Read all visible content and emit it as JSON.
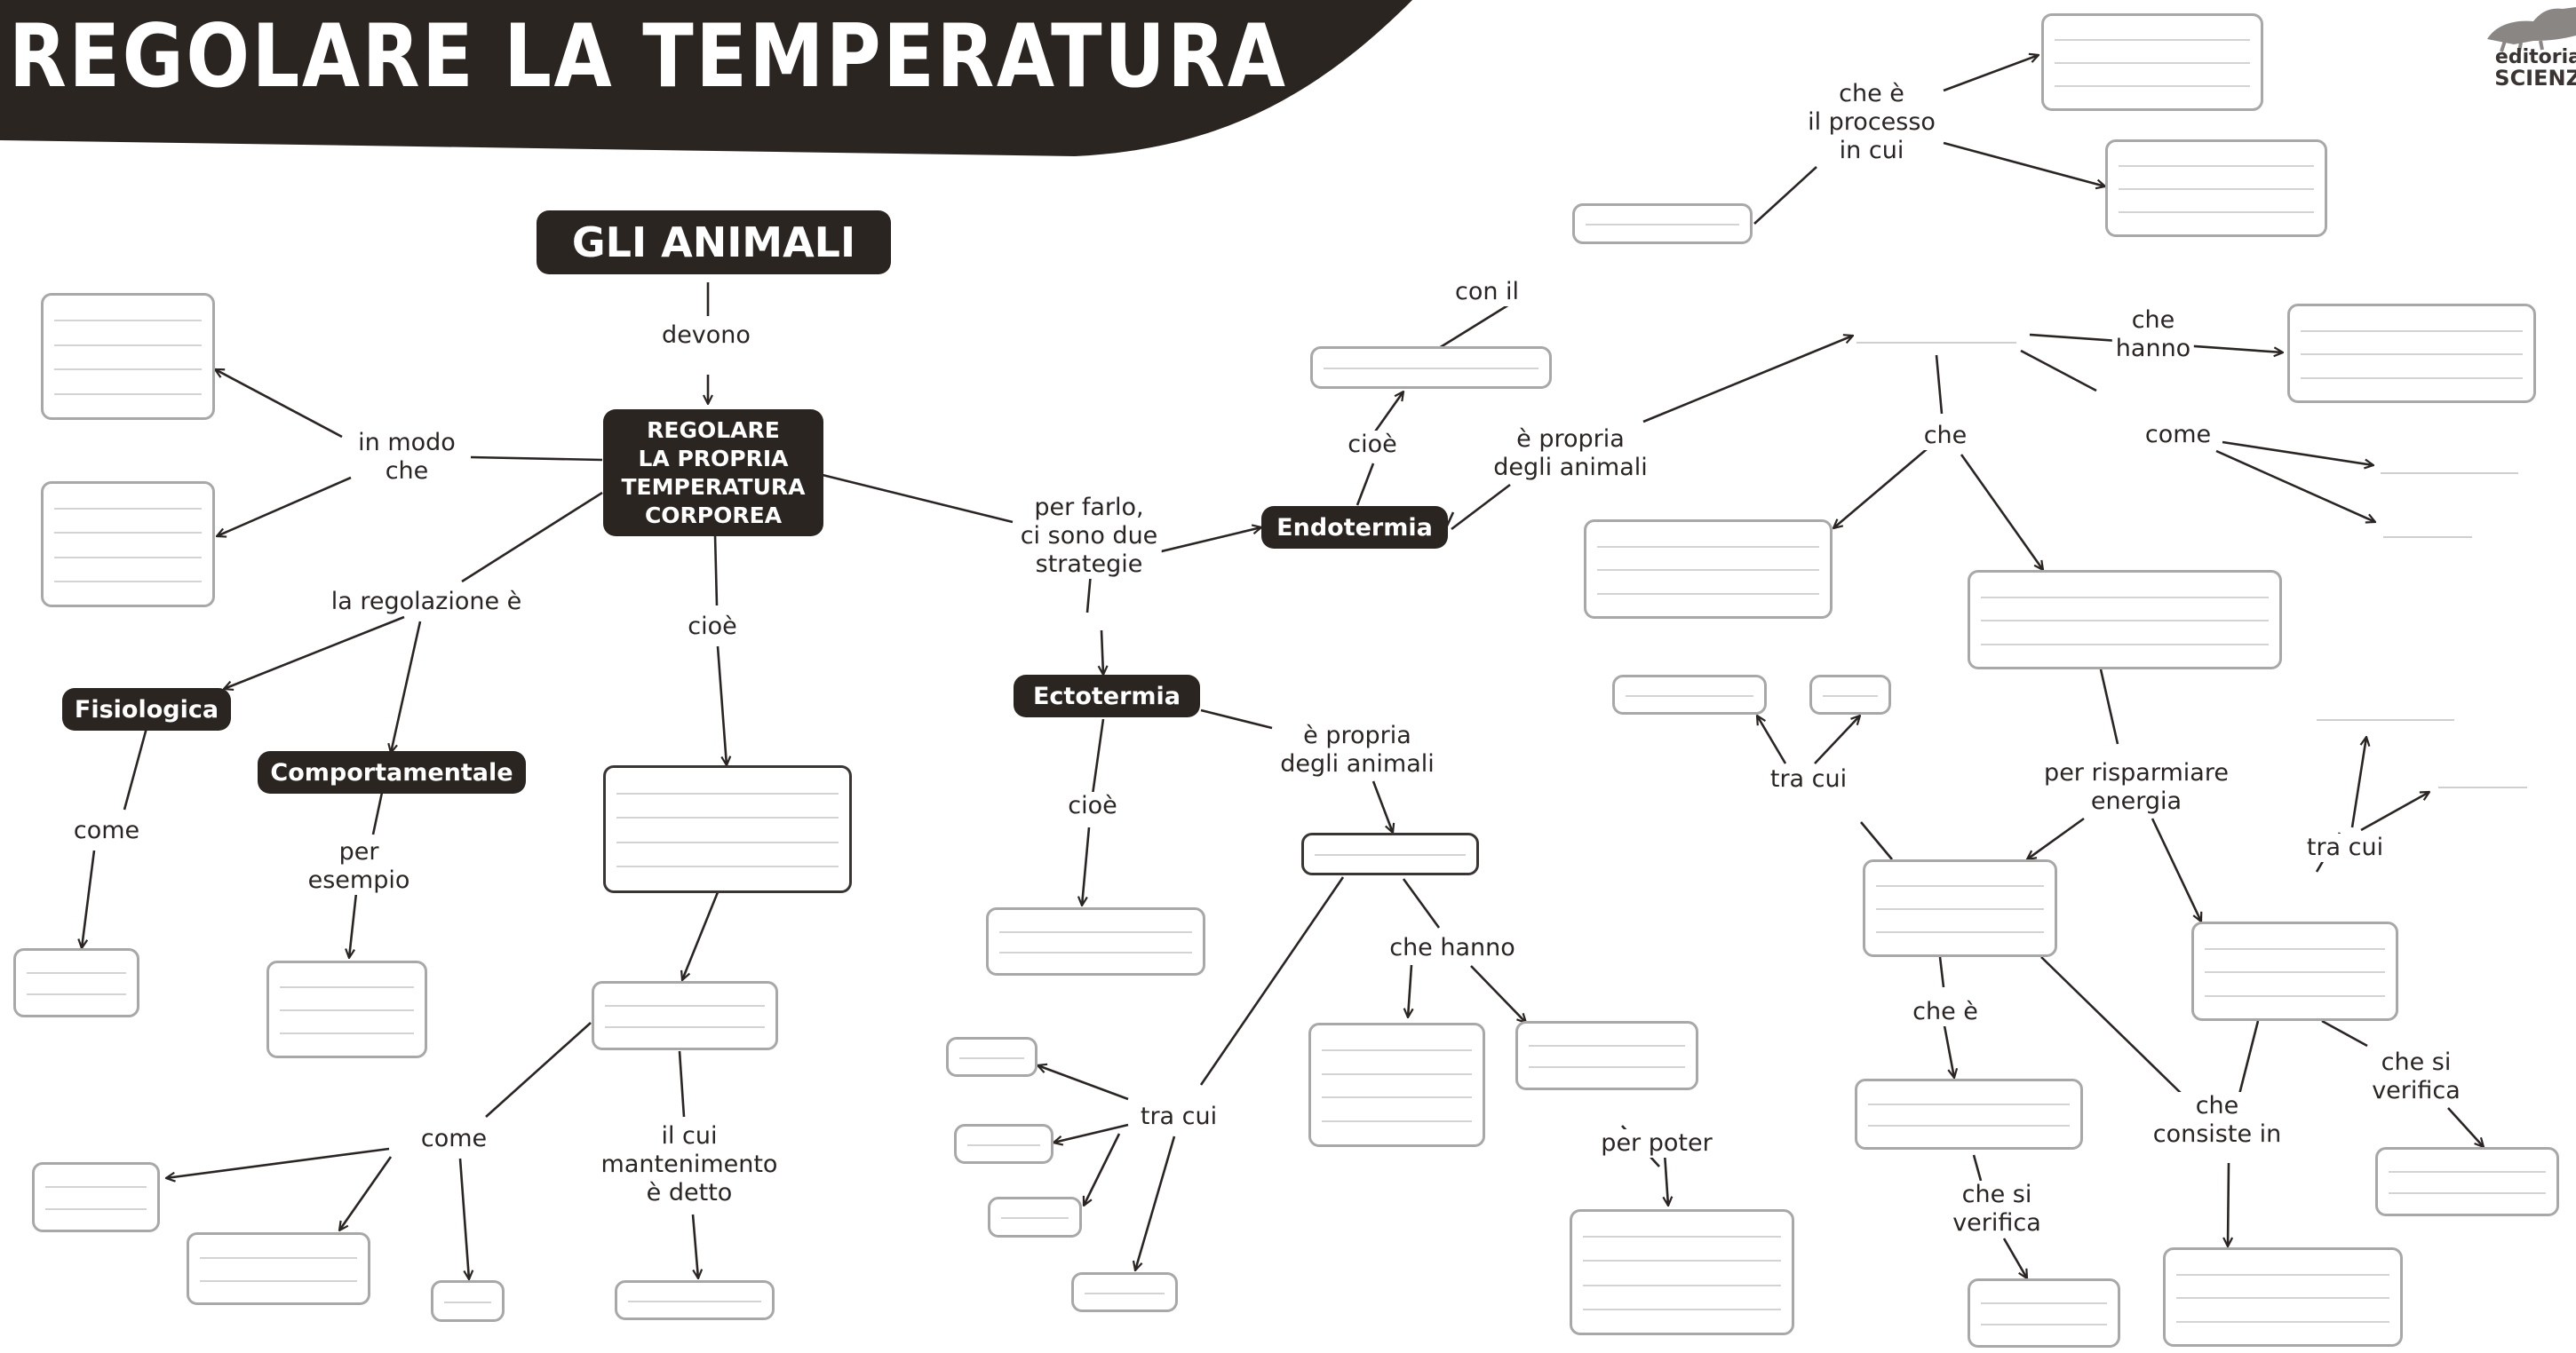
{
  "title": "REGOLARE LA TEMPERATURA",
  "publisher_logo": {
    "line1": "editoria",
    "line2": "SCIENZ"
  },
  "colors": {
    "dark": "#2b2522",
    "box_border": "#a8a8a8",
    "arrow": "#2a2523"
  },
  "dark_nodes": {
    "gli_animali": "GLI ANIMALI",
    "regolare": "REGOLARE\nLA PROPRIA\nTEMPERATURA\nCORPOREA",
    "endotermia": "Endotermia",
    "ectotermia": "Ectotermia",
    "fisiologica": "Fisiologica",
    "comportamentale": "Comportamentale"
  },
  "labels": {
    "devono": "devono",
    "in_modo_che": "in modo\nche",
    "la_regolazione_e": "la regolazione è",
    "cioe_1": "cioè",
    "come_1": "come",
    "per_esempio": "per\nesempio",
    "come_2": "come",
    "il_cui_mantenimento": "il cui\nmantenimento\nè detto",
    "per_farlo": "per farlo,\nci sono due\nstrategie",
    "cioe_ecto": "cioè",
    "e_propria_ecto": "è propria\ndegli animali",
    "che_hanno_1": "che hanno",
    "tra_cui_1": "tra cui",
    "per_poter": "per poter",
    "cioe_endo": "cioè",
    "con_il": "con il",
    "che_e_processo": "che è\nil processo\nin cui",
    "e_propria_endo": "è propria\ndegli animali",
    "che_1": "che",
    "che_hanno_2": "che\nhanno",
    "come_3": "come",
    "tra_cui_2": "tra cui",
    "per_risparmiare": "per risparmiare\nenergia",
    "tra_cui_3": "tra cui",
    "che_e_2": "che è",
    "che_si_verifica_1": "che si\nverifica",
    "che_consiste_in": "che\nconsiste in",
    "che_si_verifica_2": "che si\nverifica"
  }
}
